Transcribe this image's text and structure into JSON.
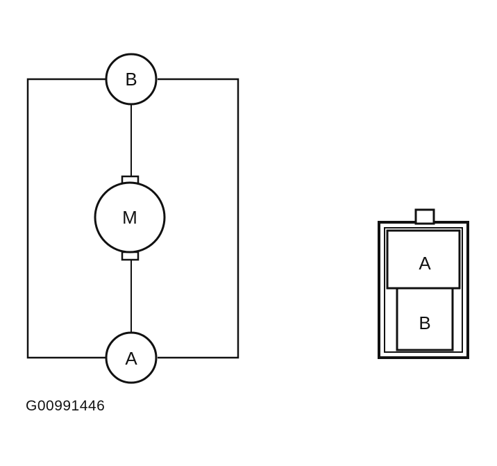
{
  "schematic": {
    "terminal_top": "B",
    "motor_label": "M",
    "terminal_bottom": "A"
  },
  "connector": {
    "upper_cavity": "A",
    "lower_cavity": "B"
  },
  "figure_id": "G00991446"
}
